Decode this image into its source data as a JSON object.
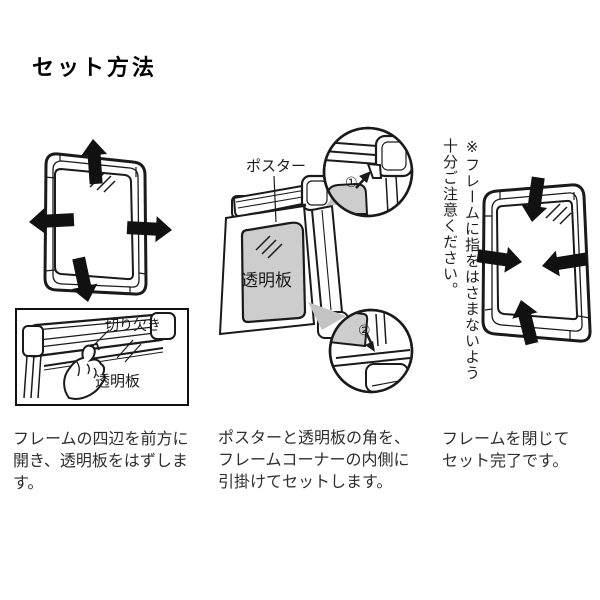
{
  "title": "セット方法",
  "labels": {
    "poster": "ポスター",
    "plate": "透明板",
    "notch": "切り欠き",
    "callout1": "①",
    "callout2": "②"
  },
  "note": "※フレームに指をはさまないよう\n十分ご注意ください。",
  "captions": {
    "step1": "フレームの四辺を前方に\n開き、透明板をはずします。",
    "step2": "ポスターと透明板の角を、\nフレームコーナーの内側に\n引掛けてセットします。",
    "step3": "フレームを閉じて\nセット完了です。"
  },
  "colors": {
    "line": "#1a1a1a",
    "arrow": "#111111",
    "plate_gray": "#cdcdcd",
    "pointer_gray": "#c3c3c3",
    "text": "#2e2e2e"
  }
}
